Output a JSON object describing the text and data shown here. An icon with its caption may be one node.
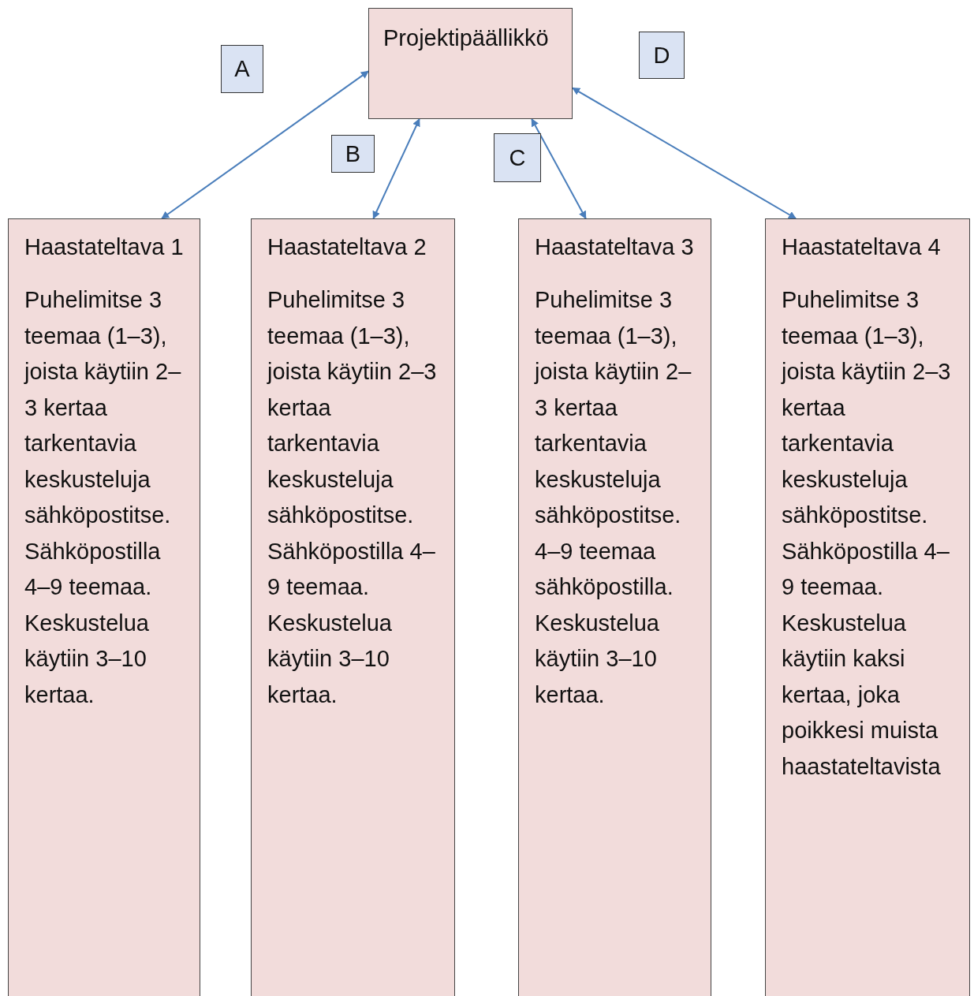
{
  "diagram": {
    "nodes": [
      {
        "text": [
          "Projektipäällikkö"
        ]
      },
      {
        "text": [
          "Haastateltava 1",
          "Puhelimitse 3 teemaa (1–3), joista käytiin 2–3 kertaa tarkentavia keskusteluja sähköpostitse. Sähköpostilla 4–9 teemaa. Keskustelua käytiin 3–10 kertaa."
        ]
      },
      {
        "text": [
          "Haastateltava 2",
          "Puhelimitse 3 teemaa (1–3), joista käytiin 2–3 kertaa tarkentavia keskusteluja sähköpostitse. Sähköpostilla 4–9 teemaa. Keskustelua käytiin 3–10 kertaa."
        ]
      },
      {
        "text": [
          "Haastateltava 3",
          "Puhelimitse 3 teemaa (1–3), joista käytiin 2–3 kertaa tarkentavia keskusteluja sähköpostitse. 4–9 teemaa sähköpostilla. Keskustelua käytiin 3–10 kertaa."
        ]
      },
      {
        "text": [
          "Haastateltava 4",
          "Puhelimitse 3 teemaa (1–3), joista käytiin 2–3 kertaa tarkentavia keskusteluja sähköpostitse. Sähköpostilla 4–9 teemaa. Keskustelua käytiin kaksi kertaa, joka poikkesi muista haastateltavista"
        ]
      }
    ],
    "edges": [
      {
        "from": 0,
        "to": 1,
        "arrow": "both",
        "label": "A"
      },
      {
        "from": 0,
        "to": 2,
        "arrow": "both",
        "label": "B"
      },
      {
        "from": 0,
        "to": 3,
        "arrow": "both",
        "label": "C"
      },
      {
        "from": 0,
        "to": 4,
        "arrow": "both",
        "label": "D"
      }
    ]
  }
}
